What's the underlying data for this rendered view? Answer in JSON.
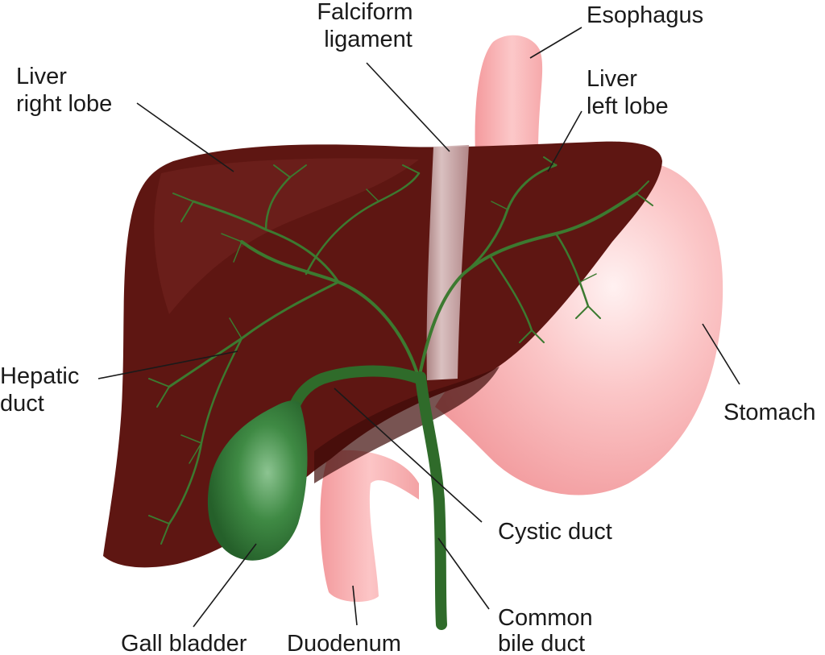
{
  "labels": {
    "liver_right_lobe": [
      "Liver",
      "right lobe"
    ],
    "falciform_ligament": [
      "Falciform",
      "ligament"
    ],
    "esophagus": "Esophagus",
    "liver_left_lobe": [
      "Liver",
      "left lobe"
    ],
    "hepatic_duct": [
      "Hepatic",
      "duct"
    ],
    "stomach": "Stomach",
    "cystic_duct": "Cystic duct",
    "gall_bladder": "Gall bladder",
    "duodenum": "Duodenum",
    "common_bile_duct": [
      "Common",
      "bile duct"
    ]
  },
  "colors": {
    "liver": "#5e1612",
    "liver_shadow": "#4a0f0c",
    "liver_highlight": "#7a2a24",
    "stomach": "#f7aeb0",
    "stomach_light": "#fde4e4",
    "esophagus": "#f8b4b6",
    "ligament": "#c9a2a3",
    "bile_duct": "#2f6b2a",
    "gall_bladder": "#2f7a34",
    "gall_bladder_light": "#7fb884",
    "vessels": "#3c7a30"
  }
}
